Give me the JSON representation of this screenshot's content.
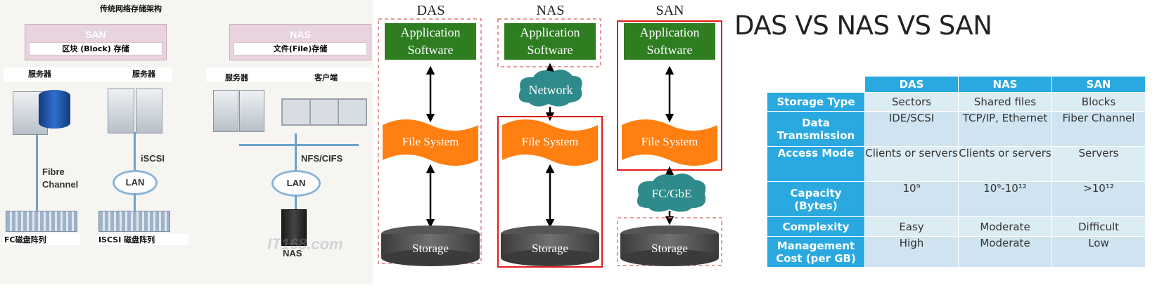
{
  "panel1": {
    "title": "传统网络存储架构",
    "san_header": "SAN",
    "san_sub": "区块 (Block) 存储",
    "nas_header": "NAS",
    "nas_sub": "文件(File)存储",
    "server1": "服务器",
    "server2": "服务器",
    "server3": "服务器",
    "client": "客户端",
    "fibre_channel": "Fibre\nChannel",
    "iscsi": "iSCSI",
    "lan1": "LAN",
    "lan2": "LAN",
    "nfs_cifs": "NFS/CIFS",
    "fc_array": "FC磁盘阵列",
    "iscsi_array": "ISCSI 磁盘阵列",
    "nas_label": "NAS",
    "watermark": "IT168.com"
  },
  "panel2": {
    "das_title": "DAS",
    "nas_title": "NAS",
    "san_title": "SAN",
    "app_software": "Application Software",
    "network": "Network",
    "file_system": "File System",
    "fc_gbe": "FC/GbE",
    "storage": "Storage",
    "colors": {
      "green": "#2e7d21",
      "orange": "#ff7f11",
      "cloud": "#2f8b8b",
      "disk": "#4a4a4a",
      "red_border": "#e21b1b"
    }
  },
  "panel3": {
    "title": "DAS VS NAS VS SAN",
    "columns": [
      "DAS",
      "NAS",
      "SAN"
    ],
    "rows": [
      {
        "label": "Storage Type",
        "values": [
          "Sectors",
          "Shared files",
          "Blocks"
        ]
      },
      {
        "label": "Data Transmission",
        "values": [
          "IDE/SCSI",
          "TCP/IP, Ethernet",
          "Fiber Channel"
        ]
      },
      {
        "label": "Access Mode",
        "values": [
          "Clients or servers",
          "Clients or servers",
          "Servers"
        ]
      },
      {
        "label": "Capacity (Bytes)",
        "values": [
          "10⁹",
          "10⁹-10¹²",
          ">10¹²"
        ]
      },
      {
        "label": "Complexity",
        "values": [
          "Easy",
          "Moderate",
          "Difficult"
        ]
      },
      {
        "label": "Management Cost (per GB)",
        "values": [
          "High",
          "Moderate",
          "Low"
        ]
      }
    ],
    "colors": {
      "header": "#29a9df",
      "cell": "#dcecf5"
    }
  }
}
